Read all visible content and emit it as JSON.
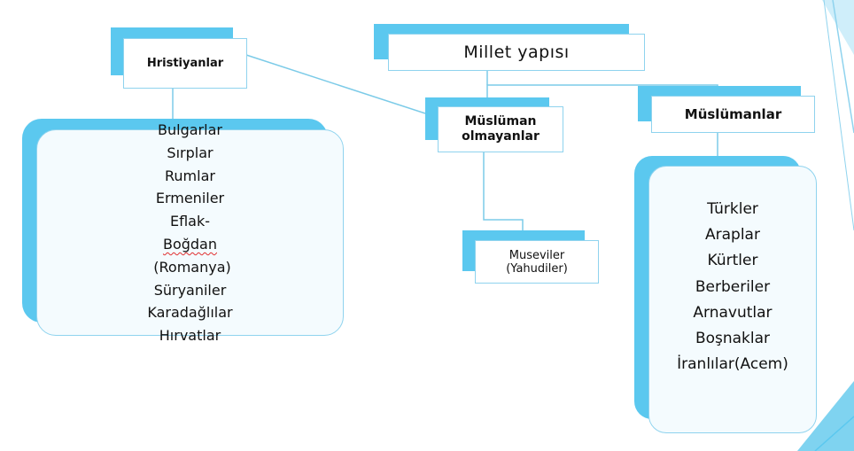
{
  "colors": {
    "accent": "#5bc8ef",
    "border": "#8fd3ee",
    "line": "#7ccbe8"
  },
  "root": {
    "label": "Millet yapısı"
  },
  "hristiyanlar": {
    "label": "Hristiyanlar",
    "items": [
      "Bulgarlar",
      "Sırplar",
      "Rumlar",
      "Ermeniler",
      "Eflak-",
      "Boğdan",
      " (Romanya)",
      "Süryaniler",
      "Karadağlılar",
      "Hırvatlar"
    ]
  },
  "muslim_olmayan": {
    "label_line1": "Müslüman",
    "label_line2": "olmayanlar"
  },
  "museviler": {
    "label_line1": "Museviler",
    "label_line2": "(Yahudiler)"
  },
  "muslumanlar": {
    "label": "Müslümanlar",
    "items": [
      "Türkler",
      "Araplar",
      "Kürtler",
      "Berberiler",
      "Arnavutlar",
      "Boşnaklar",
      "İranlılar(Acem)"
    ]
  }
}
